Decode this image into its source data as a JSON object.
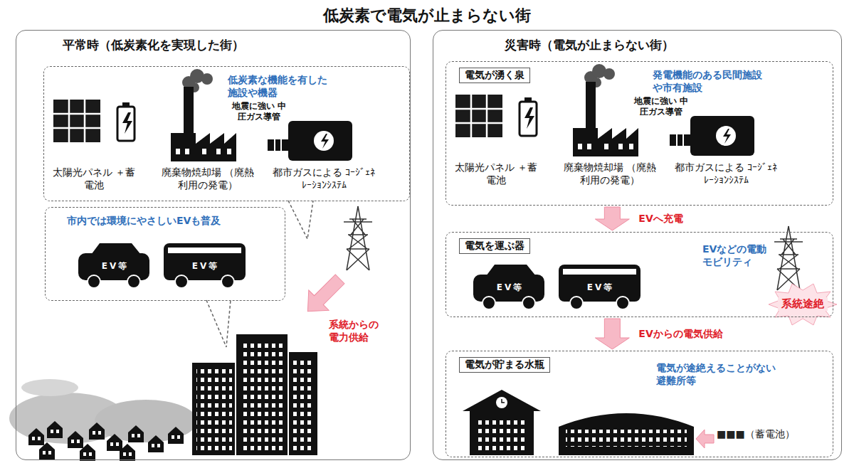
{
  "diagram": {
    "title": "低炭素で電気が止まらない街",
    "nodes": [
      {
        "text": [
          "平常時（低炭素化を実現した街）"
        ]
      },
      {
        "text": [
          "低炭素な機能を有した施設や機器",
          "太陽光パネル ＋蓄電池",
          "廃棄物焼却場 （廃熱利用の発電）",
          "都市ガスによる ｺｰｼﾞｪﾈﾚｰｼｮﾝｼｽﾃﾑ",
          "地震に強い 中圧ガス導管"
        ],
        "in": 0
      },
      {
        "text": [
          "市内では環境にやさしいEVも普及",
          "EV等",
          "EV等"
        ],
        "in": 0
      },
      {
        "text": [
          "災害時（電気が止まらない街）"
        ]
      },
      {
        "text": [
          "電気が湧く泉",
          "発電機能のある民間施設や市有施設",
          "太陽光パネル ＋蓄電池",
          "廃棄物焼却場 （廃熱利用の発電）",
          "都市ガスによる ｺｰｼﾞｪﾈﾚｰｼｮﾝｼｽﾃﾑ",
          "地震に強い 中圧ガス導管"
        ],
        "in": 3
      },
      {
        "text": [
          "電気を運ぶ器",
          "EVなどの電動モビリティ",
          "EV等",
          "EV等"
        ],
        "in": 3
      },
      {
        "text": [
          "電気が貯まる水瓶",
          "電気が途絶えることがない避難所等",
          "■■■（蓄電池）"
        ],
        "in": 3
      }
    ],
    "edges": [
      {
        "from": 4,
        "to": 5,
        "label": "EVへ充電",
        "arrow": "to"
      },
      {
        "from": 5,
        "to": 6,
        "label": "EVからの電気供給",
        "arrow": "to"
      }
    ],
    "labels": [
      "系統からの電力供給",
      "系統途絶"
    ]
  }
}
